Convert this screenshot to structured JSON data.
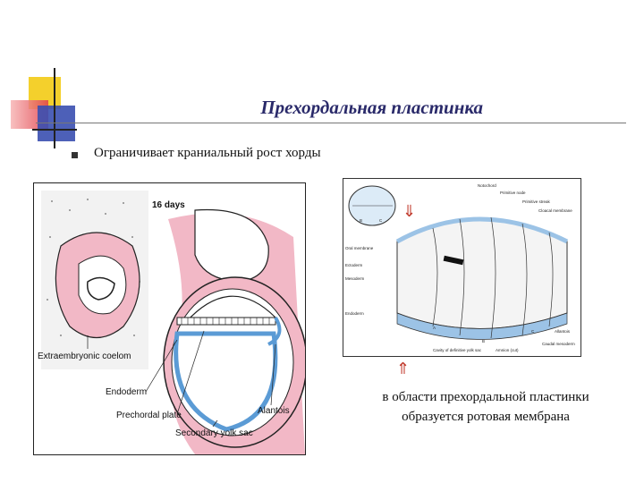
{
  "slide": {
    "title": "Прехордальная пластинка",
    "bullet": "Ограничивает краниальный рост хорды",
    "caption_line1": "в области прехордальной пластинки",
    "caption_line2": "образуется ротовая мембрана",
    "arrow_down": "⇓",
    "arrow_up": "⇑"
  },
  "left_figure": {
    "title": "16 days",
    "labels": [
      "Extraembryonic coelom",
      "Endoderm",
      "Prechordal plate",
      "Alantois",
      "Secondary yolk sac"
    ]
  },
  "right_figure": {
    "inset_labels": [
      "B",
      "C"
    ],
    "left_labels": [
      "Oral membrane",
      "Ectoderm",
      "Mesoderm",
      "Endoderm"
    ],
    "top_labels": [
      "Notochord",
      "Primitive node",
      "Primitive streak",
      "Cloacal membrane"
    ],
    "right_labels": [
      "Allantois",
      "Caudal mesoderm"
    ],
    "bottom_labels": [
      "Cavity of definitive yolk sac",
      "Amnion (cut)"
    ],
    "section_letters": [
      "A",
      "B",
      "C"
    ]
  },
  "colors": {
    "accent_yellow": "#f4d02c",
    "accent_blue": "#3a4fb0",
    "accent_red": "#e0404a",
    "title_color": "#2a2a6a",
    "tissue_pink": "#f2b8c6",
    "tissue_blue": "#9cc3e6",
    "arrow_red": "#c0392b"
  }
}
